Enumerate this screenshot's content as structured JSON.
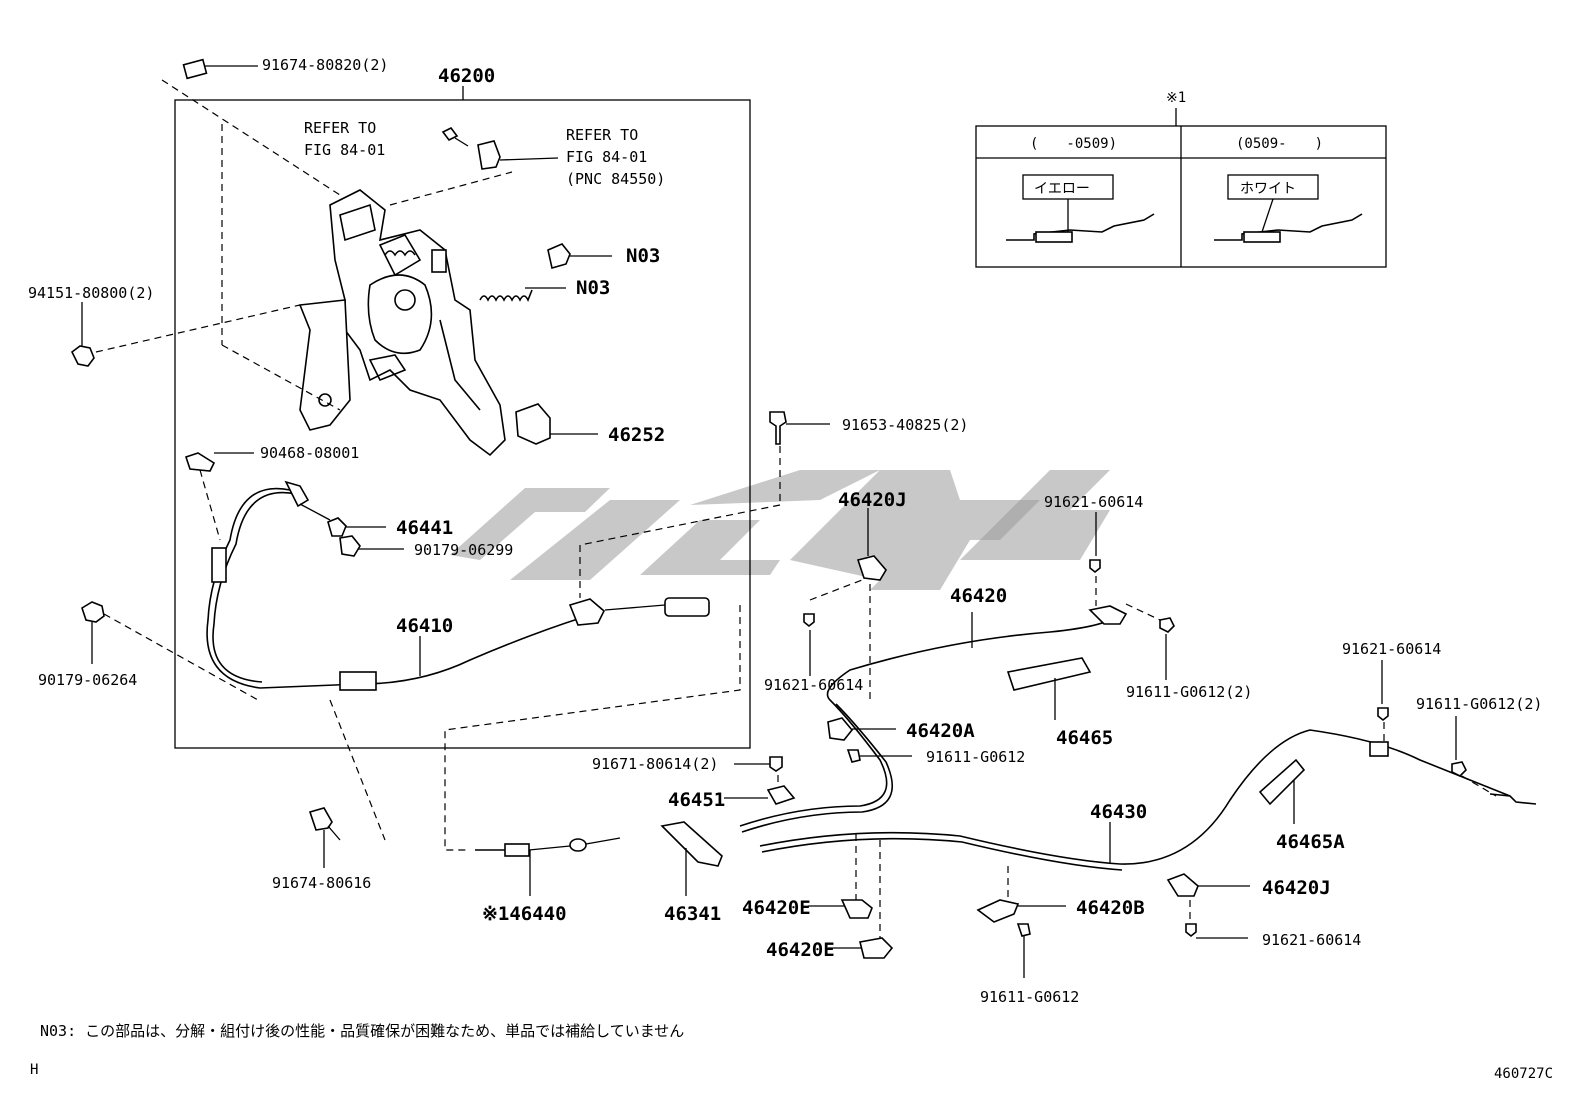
{
  "labels": {
    "p46200": "46200",
    "p91674_80820": "91674-80820(2)",
    "refer1_line1": "REFER TO",
    "refer1_line2": "FIG 84-01",
    "refer2_line1": "REFER TO",
    "refer2_line2": "FIG 84-01",
    "refer2_line3": "(PNC 84550)",
    "n03_a": "N03",
    "n03_b": "N03",
    "p94151": "94151-80800(2)",
    "p46252": "46252",
    "p90468": "90468-08001",
    "p46441": "46441",
    "p90179_06299": "90179-06299",
    "p90179_06264": "90179-06264",
    "p46410": "46410",
    "p91674_80616": "91674-80616",
    "p91653": "91653-40825(2)",
    "p46420J_a": "46420J",
    "p91621_a": "91621-60614",
    "p46420": "46420",
    "p91621_b": "91621-60614",
    "p91611_a": "91611-G0612(2)",
    "p46465": "46465",
    "p46420A": "46420A",
    "p91611_b": "91611-G0612",
    "p91671": "91671-80614(2)",
    "p46451": "46451",
    "p46440": "※146440",
    "p46341": "46341",
    "p46420E_a": "46420E",
    "p46420E_b": "46420E",
    "p46430": "46430",
    "p46420B": "46420B",
    "p91611_c": "91611-G0612",
    "p46420J_b": "46420J",
    "p91621_c": "91621-60614",
    "p91621_d": "91621-60614",
    "p91611_d": "91611-G0612(2)",
    "p46465A": "46465A"
  },
  "inset": {
    "mark": "※1",
    "col1_header": "(　　-0509)",
    "col2_header": "(0509-　　)",
    "col1_tag": "イエロー",
    "col2_tag": "ホワイト"
  },
  "footer": {
    "note": "N03: この部品は、分解・組付け後の性能・品質確保が困難なため、単品では補給していません",
    "corner_left": "H",
    "figure_code": "460727C"
  }
}
